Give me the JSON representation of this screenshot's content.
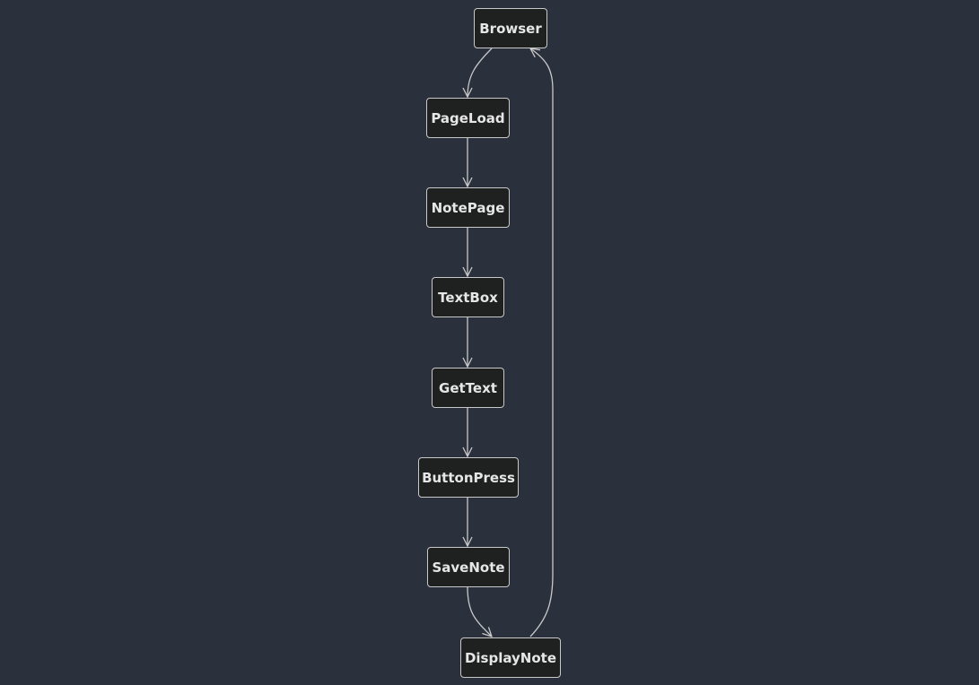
{
  "diagram": {
    "background": "#2b303d",
    "node_fill": "#1f2020",
    "node_stroke": "#c9c9c9",
    "text_color": "#e6e6e6",
    "edge_color": "#c9c9c9",
    "nodes": [
      {
        "id": "browser",
        "label": "Browser"
      },
      {
        "id": "pageload",
        "label": "PageLoad"
      },
      {
        "id": "notepage",
        "label": "NotePage"
      },
      {
        "id": "textbox",
        "label": "TextBox"
      },
      {
        "id": "gettext",
        "label": "GetText"
      },
      {
        "id": "buttonpress",
        "label": "ButtonPress"
      },
      {
        "id": "savenote",
        "label": "SaveNote"
      },
      {
        "id": "displaynote",
        "label": "DisplayNote"
      }
    ],
    "edges": [
      {
        "from": "browser",
        "to": "pageload"
      },
      {
        "from": "pageload",
        "to": "notepage"
      },
      {
        "from": "notepage",
        "to": "textbox"
      },
      {
        "from": "textbox",
        "to": "gettext"
      },
      {
        "from": "gettext",
        "to": "buttonpress"
      },
      {
        "from": "buttonpress",
        "to": "savenote"
      },
      {
        "from": "savenote",
        "to": "displaynote"
      },
      {
        "from": "displaynote",
        "to": "browser"
      }
    ]
  }
}
